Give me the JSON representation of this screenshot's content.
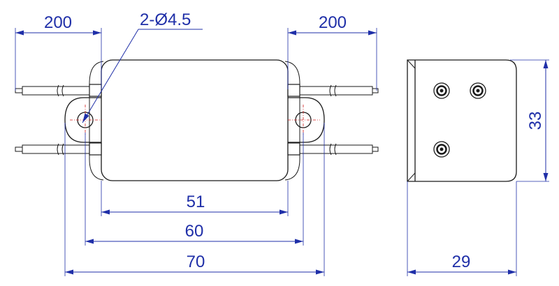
{
  "drawing": {
    "dimensions": {
      "lead_left": "200",
      "lead_right": "200",
      "hole_callout": "2-Ø4.5",
      "body_length": "51",
      "hole_spacing": "60",
      "overall_length": "70",
      "height": "33",
      "depth": "29"
    },
    "colors": {
      "outline": "#1a1a1a",
      "dimension": "#1f2fa8",
      "centerline": "#d21f1f"
    }
  }
}
